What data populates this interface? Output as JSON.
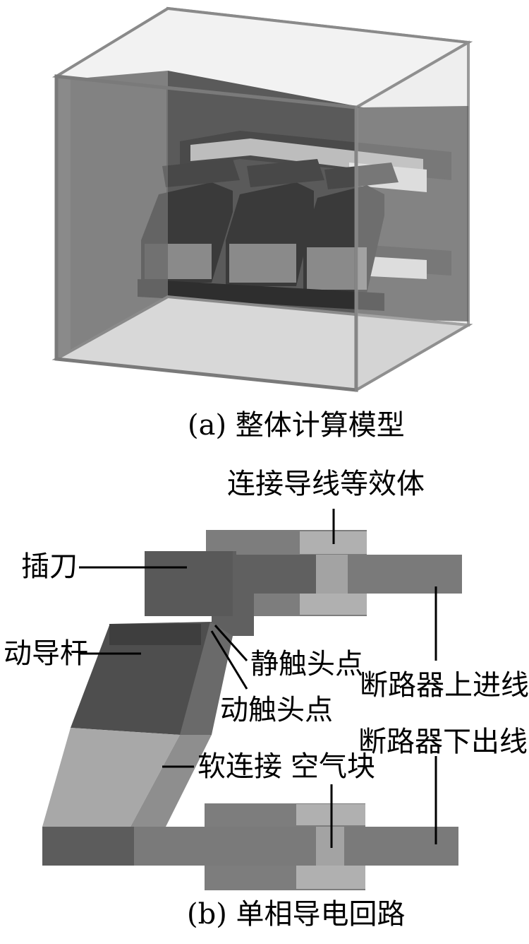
{
  "captions": {
    "a": "(a)  整体计算模型",
    "b": "(b)  单相导电回路"
  },
  "labels": {
    "equiv": "连接导线等效体",
    "blade": "插刀",
    "rod": "动导杆",
    "static_contact": "静触头点",
    "upper_in": "断路器上进线",
    "moving_contact": "动触头点",
    "lower_out": "断路器下出线",
    "soft": "软连接",
    "air": "空气块"
  },
  "colors": {
    "dark": "#3c3c3c",
    "mid": "#6b6b6b",
    "light": "#9a9a9a",
    "lighter": "#b8b8b8",
    "panel": "#5f5f5f"
  }
}
